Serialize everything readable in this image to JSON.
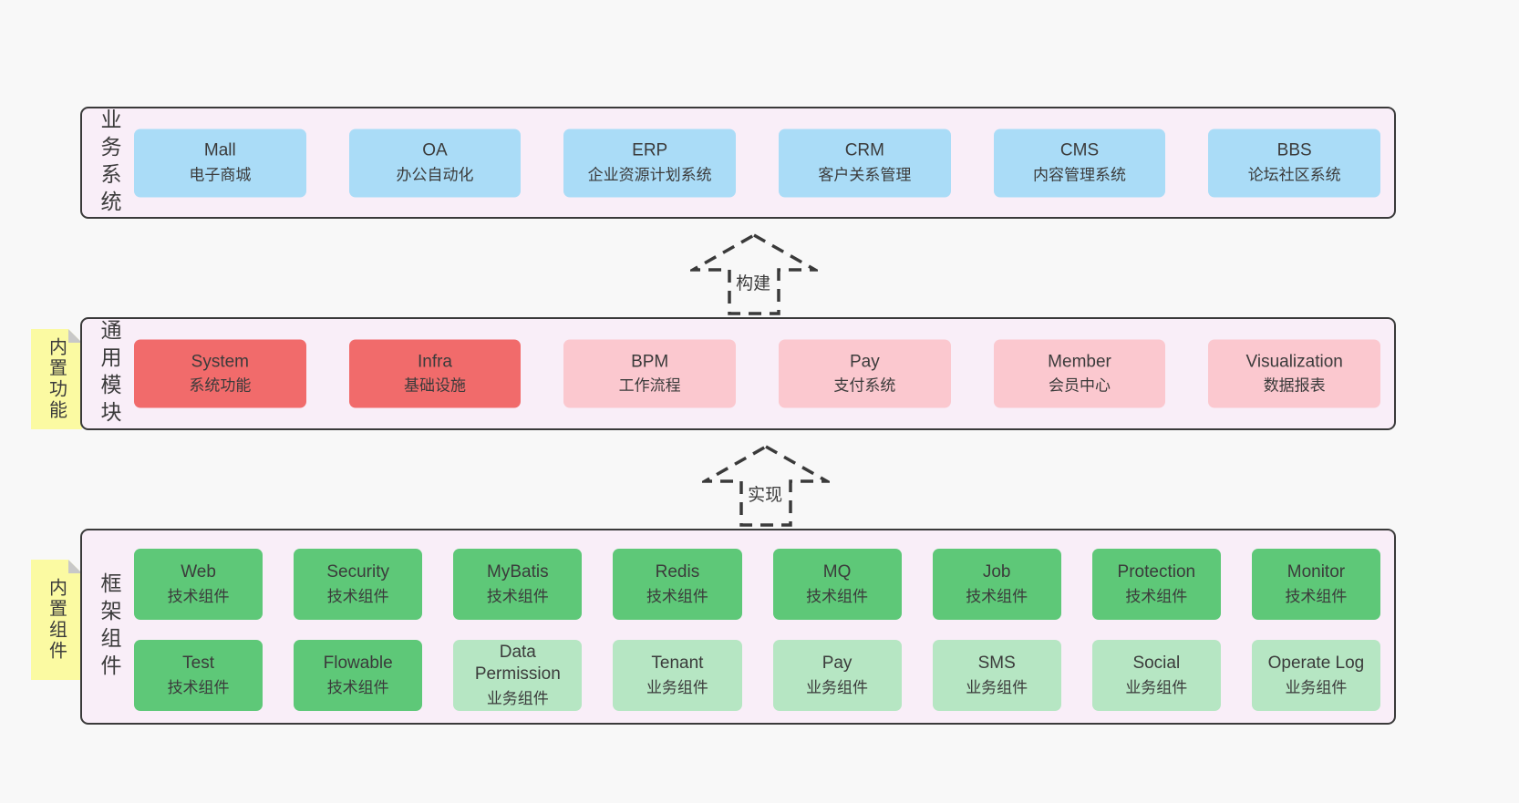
{
  "business": {
    "label": "业务系统",
    "boxes": [
      {
        "title": "Mall",
        "subtitle": "电子商城"
      },
      {
        "title": "OA",
        "subtitle": "办公自动化"
      },
      {
        "title": "ERP",
        "subtitle": "企业资源计划系统"
      },
      {
        "title": "CRM",
        "subtitle": "客户关系管理"
      },
      {
        "title": "CMS",
        "subtitle": "内容管理系统"
      },
      {
        "title": "BBS",
        "subtitle": "论坛社区系统"
      }
    ]
  },
  "arrows": {
    "build": "构建",
    "implement": "实现"
  },
  "modules": {
    "label": "通用模块",
    "sticky": "内置功能",
    "boxes": [
      {
        "title": "System",
        "subtitle": "系统功能"
      },
      {
        "title": "Infra",
        "subtitle": "基础设施"
      },
      {
        "title": "BPM",
        "subtitle": "工作流程"
      },
      {
        "title": "Pay",
        "subtitle": "支付系统"
      },
      {
        "title": "Member",
        "subtitle": "会员中心"
      },
      {
        "title": "Visualization",
        "subtitle": "数据报表"
      }
    ]
  },
  "components": {
    "label": "框架组件",
    "sticky": "内置组件",
    "row1": [
      {
        "title": "Web",
        "subtitle": "技术组件"
      },
      {
        "title": "Security",
        "subtitle": "技术组件"
      },
      {
        "title": "MyBatis",
        "subtitle": "技术组件"
      },
      {
        "title": "Redis",
        "subtitle": "技术组件"
      },
      {
        "title": "MQ",
        "subtitle": "技术组件"
      },
      {
        "title": "Job",
        "subtitle": "技术组件"
      },
      {
        "title": "Protection",
        "subtitle": "技术组件"
      },
      {
        "title": "Monitor",
        "subtitle": "技术组件"
      }
    ],
    "row2": [
      {
        "title": "Test",
        "subtitle": "技术组件"
      },
      {
        "title": "Flowable",
        "subtitle": "技术组件"
      },
      {
        "title": "Data Permission",
        "subtitle": "业务组件"
      },
      {
        "title": "Tenant",
        "subtitle": "业务组件"
      },
      {
        "title": "Pay",
        "subtitle": "业务组件"
      },
      {
        "title": "SMS",
        "subtitle": "业务组件"
      },
      {
        "title": "Social",
        "subtitle": "业务组件"
      },
      {
        "title": "Operate Log",
        "subtitle": "业务组件"
      }
    ]
  },
  "colors": {
    "page_bg": "#f8f8f8",
    "panel_bg": "#f9eef8",
    "panel_border": "#3a3a3a",
    "blue": "#aadcf7",
    "red": "#f16b6b",
    "pink": "#fbc8cf",
    "green": "#5ec878",
    "light_green": "#b6e6c3",
    "sticky_yellow": "#fbfaa2",
    "text": "#3b3b3b"
  }
}
